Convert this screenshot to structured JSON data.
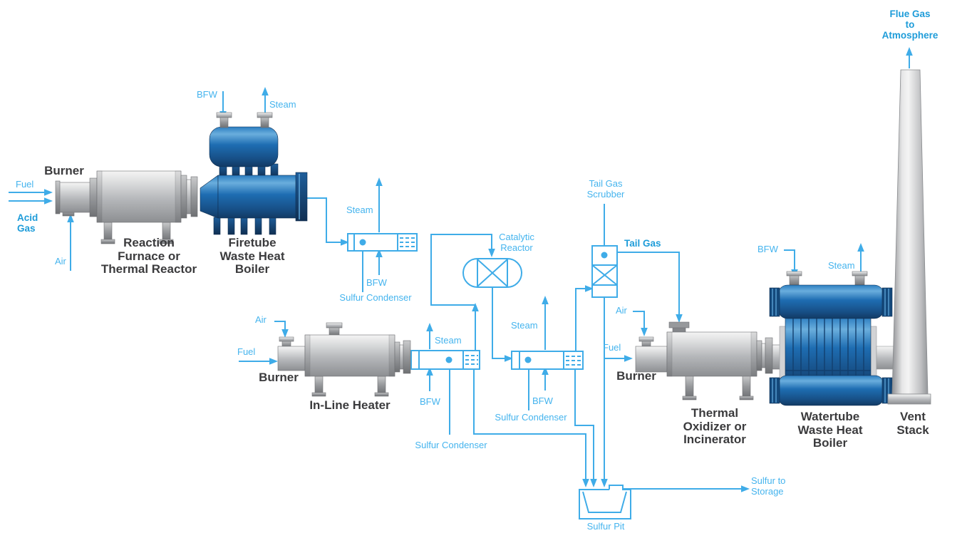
{
  "streams": {
    "fuel": "Fuel",
    "acid_gas": "Acid\nGas",
    "air": "Air",
    "bfw": "BFW",
    "steam": "Steam",
    "tail_gas": "Tail Gas",
    "flue_gas": "Flue Gas\nto\nAtmosphere",
    "sulfur_to_storage": "Sulfur to\nStorage"
  },
  "units": {
    "burner_reaction": "Burner",
    "reaction_furnace": "Reaction\nFurnace or\nThermal Reactor",
    "firetube_whb": "Firetube\nWaste Heat\nBoiler",
    "sulfur_condenser_1": "Sulfur Condenser",
    "inline_heater": "In-Line Heater",
    "burner_inline": "Burner",
    "sulfur_condenser_2": "Sulfur Condenser",
    "catalytic_reactor": "Catalytic\nReactor",
    "sulfur_condenser_3": "Sulfur Condenser",
    "tail_gas_scrubber": "Tail Gas\nScrubber",
    "thermal_oxidizer": "Thermal\nOxidizer or\nIncinerator",
    "burner_oxidizer": "Burner",
    "watertube_whb": "Watertube\nWaste Heat\nBoiler",
    "vent_stack": "Vent\nStack",
    "sulfur_pit": "Sulfur Pit"
  },
  "colors": {
    "pipe_line": "#3FACE8",
    "stream_label": "#45B4EE",
    "stream_label_bold": "#1E9CD9",
    "equipment_label": "#3B3B3D",
    "vessel_blue": "#1C75BC",
    "vessel_gray": "#C3C4C6"
  }
}
